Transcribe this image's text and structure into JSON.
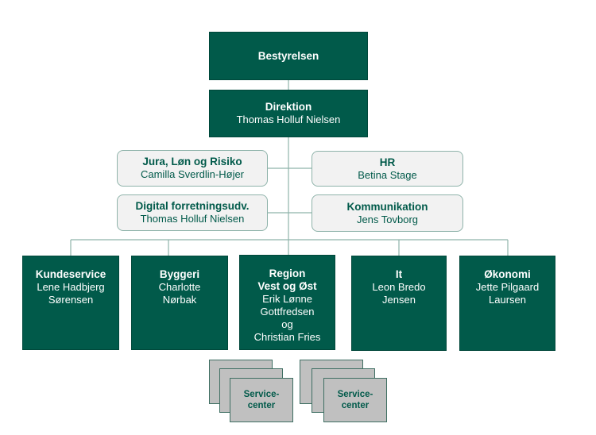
{
  "board": {
    "title": "Bestyrelsen"
  },
  "management": {
    "title": "Direktion",
    "name": "Thomas Holluf Nielsen"
  },
  "staff": [
    {
      "title": "Jura, Løn og Risiko",
      "name": "Camilla Sverdlin-Højer"
    },
    {
      "title": "HR",
      "name": "Betina Stage"
    },
    {
      "title": "Digital forretningsudv.",
      "name": "Thomas Holluf Nielsen"
    },
    {
      "title": "Kommunikation",
      "name": "Jens Tovborg"
    }
  ],
  "departments": [
    {
      "title": "Kundeservice",
      "lines": [
        "Lene Hadbjerg",
        "Sørensen"
      ]
    },
    {
      "title": "Byggeri",
      "lines": [
        "Charlotte",
        "Nørbak"
      ]
    },
    {
      "title": "Region",
      "title2": "Vest og Øst",
      "lines": [
        "Erik Lønne",
        "Gottfredsen",
        "og",
        "Christian Fries"
      ]
    },
    {
      "title": "It",
      "lines": [
        "Leon Bredo",
        "Jensen"
      ]
    },
    {
      "title": "Økonomi",
      "lines": [
        "Jette Pilgaard",
        "Laursen"
      ]
    }
  ],
  "service_centers": [
    {
      "label_line1": "Service-",
      "label_line2": "center"
    },
    {
      "label_line1": "Service-",
      "label_line2": "center"
    }
  ],
  "colors": {
    "dark_box": "#015a4a",
    "light_box": "#f2f2f2",
    "service_box": "#c0c0c0",
    "connector": "#8fb3aa"
  }
}
